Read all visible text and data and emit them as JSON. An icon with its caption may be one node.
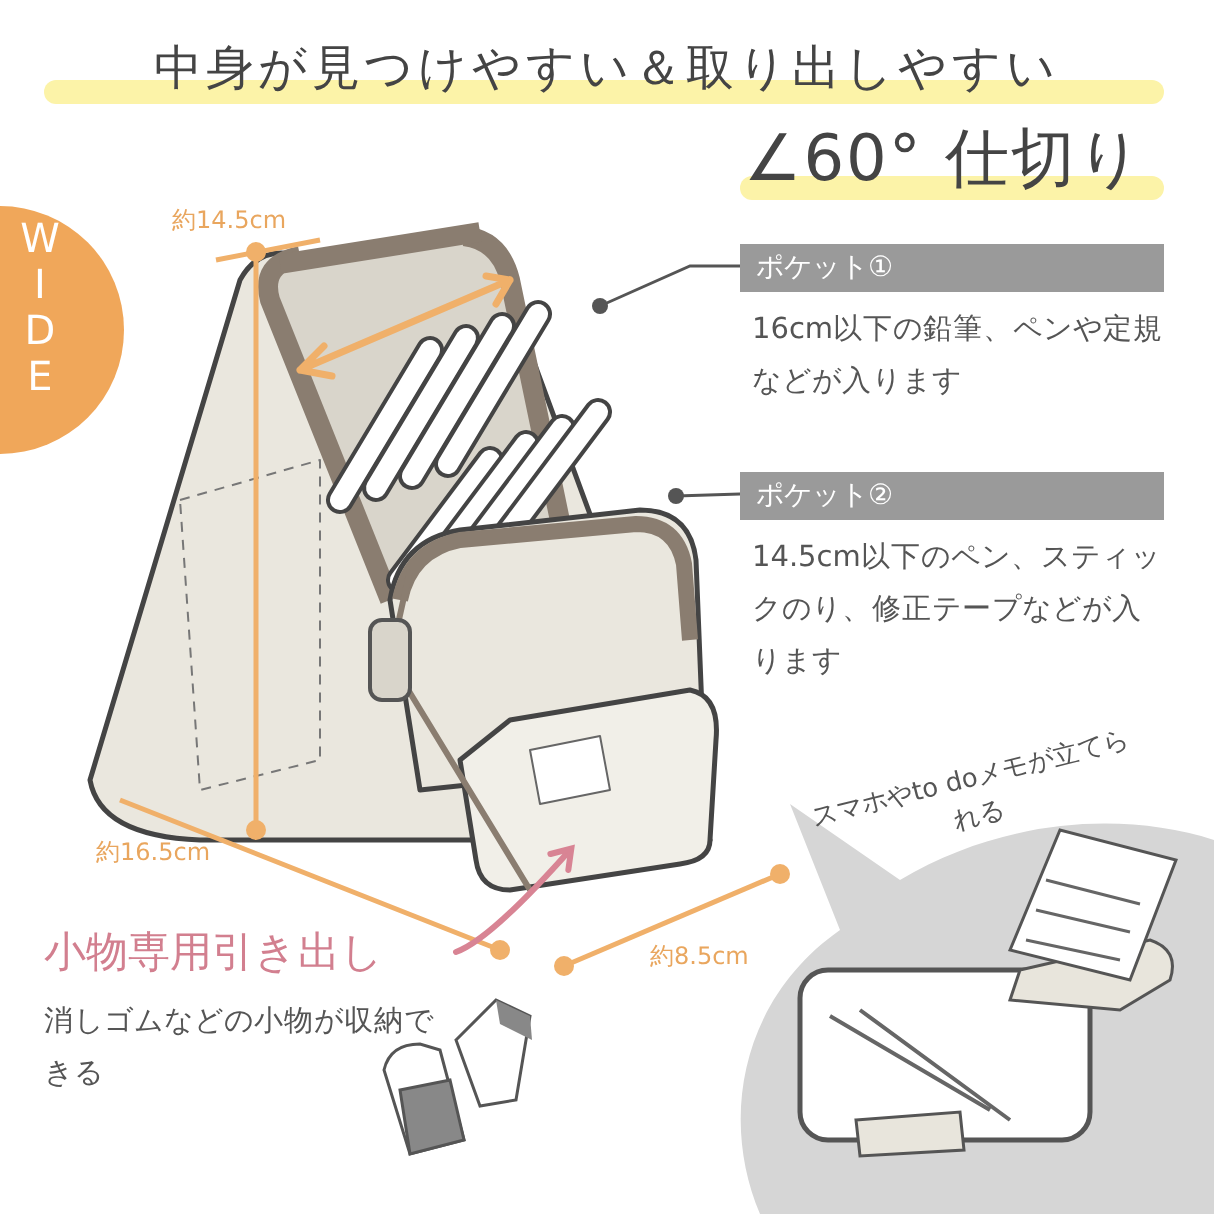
{
  "diagram": {
    "title": "中身が見つけやすい＆取り出しやすい",
    "nodes": [
      {
        "text": [
          "ポケット①",
          "16cm以下の鉛筆、ペンや定規などが入ります"
        ]
      },
      {
        "text": [
          "ポケット②",
          "14.5cm以下のペン、スティックのり、修正テープなどが入ります"
        ]
      },
      {
        "text": [
          "小物専用引き出し",
          "消しゴムなどの小物が収納できる"
        ]
      },
      {
        "text": [
          "スマホやto doメモが立てられる"
        ]
      }
    ],
    "edges": [
      {
        "from": 0,
        "to": null,
        "arrow": "other"
      },
      {
        "from": 1,
        "to": null,
        "arrow": "other"
      },
      {
        "from": 2,
        "to": null,
        "arrow": "to",
        "color": "#d88494",
        "style": "thick"
      }
    ],
    "labels": [
      "∠60° 仕切り",
      "WIDE",
      "約14.5cm",
      "約16.5cm",
      "約8.5cm"
    ]
  }
}
